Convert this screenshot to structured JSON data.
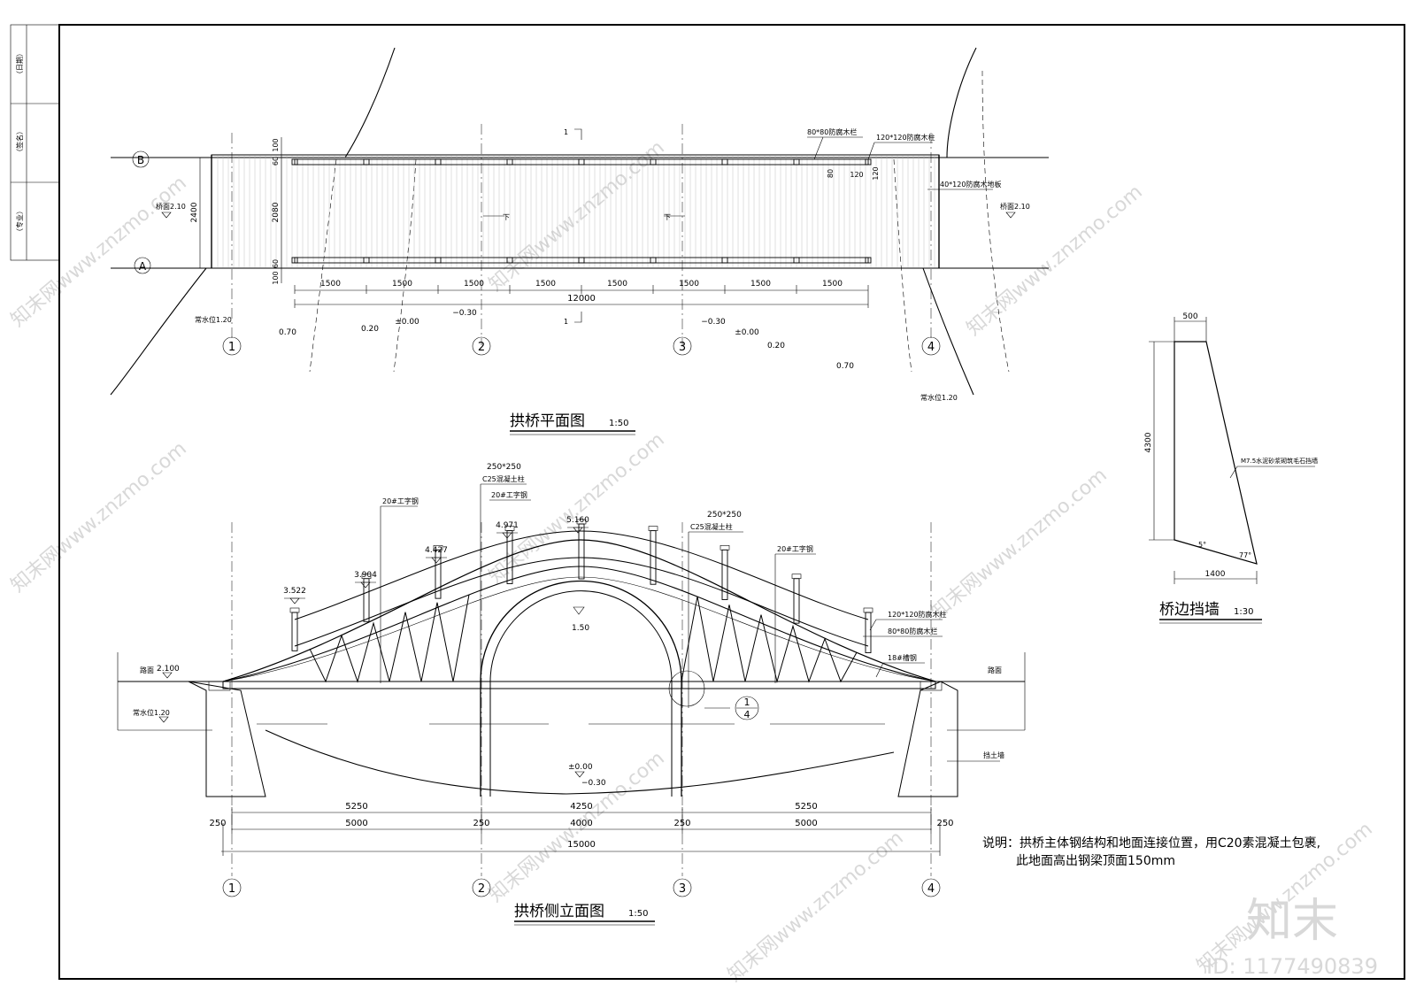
{
  "title_block": {
    "field_1": "（日期）",
    "field_2": "（签名）",
    "field_3": "（专业）"
  },
  "plan": {
    "title": "拱桥平面图",
    "scale": "1:50",
    "axis_b": "B",
    "axis_a": "A",
    "post_label": "80*80防腐木栏",
    "main_post_label": "120*120防腐木柱",
    "deck_label": "40*120防腐木地板",
    "deck_left": "桥面2.10",
    "deck_right": "桥面2.10",
    "width_total": "2400",
    "width_inner": "2080",
    "edge_top": "60",
    "edge_top_outer": "100",
    "edge_bot": "60",
    "edge_bot_outer": "100",
    "post_dim_80": "80",
    "post_dim_120a": "120",
    "post_dim_120b": "120",
    "spans": [
      "1500",
      "1500",
      "1500",
      "1500",
      "1500",
      "1500",
      "1500",
      "1500"
    ],
    "total": "12000",
    "section_mark": "1",
    "down_mark": "下",
    "water_left": "常水位1.20",
    "water_right": "常水位1.20",
    "elevations": [
      "0.70",
      "0.20",
      "±0.00",
      "−0.30",
      "−0.30",
      "±0.00",
      "0.20",
      "0.70"
    ],
    "axes": [
      "1",
      "2",
      "3",
      "4"
    ]
  },
  "elevation": {
    "title": "拱桥侧立面图",
    "scale": "1:50",
    "i_beam_1": "20#工字钢",
    "i_beam_2": "20#工字钢",
    "i_beam_3": "20#工字钢",
    "column_1_size": "250*250",
    "column_1_mat": "C25混凝土柱",
    "column_2_size": "250*250",
    "column_2_mat": "C25混凝土柱",
    "post_label": "120*120防腐木柱",
    "rail_label": "80*80防腐木栏",
    "channel_label": "18#槽钢",
    "levels": [
      "3.522",
      "3.904",
      "4.427",
      "4.971",
      "5.160"
    ],
    "arch_level": "1.50",
    "road_level": "2.100",
    "road_left": "路面",
    "road_right": "路面",
    "water_level": "常水位1.20",
    "bottom_levels": [
      "±0.00",
      "−0.30"
    ],
    "retaining_label": "挡土墙",
    "detail_mark_top": "1",
    "detail_mark_bottom": "4",
    "dims_top": [
      "5250",
      "4250",
      "5250"
    ],
    "dims_mid": [
      "250",
      "5000",
      "250",
      "4000",
      "250",
      "5000",
      "250"
    ],
    "dims_total": "15000",
    "axes": [
      "1",
      "2",
      "3",
      "4"
    ]
  },
  "wall": {
    "title": "桥边挡墙",
    "scale": "1:30",
    "top_width": "500",
    "height": "4300",
    "bottom_width": "1400",
    "material": "M7.5水泥砂浆砌筑毛石挡墙",
    "angle_1": "5°",
    "angle_2": "77°"
  },
  "note": {
    "line1": "说明：拱桥主体钢结构和地面连接位置，用C20素混凝土包裹,",
    "line2": "此地面高出钢梁顶面150mm"
  },
  "watermark": {
    "site": "知末网www.znzmo.com",
    "logo": "知末",
    "id": "ID: 1177490839"
  }
}
